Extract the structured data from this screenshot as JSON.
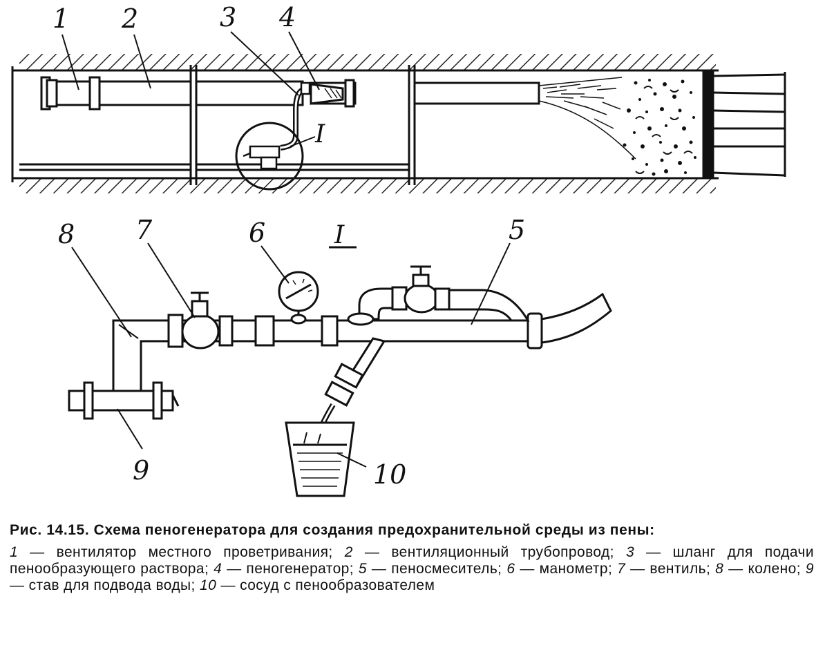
{
  "figure": {
    "labels": [
      "1",
      "2",
      "3",
      "4",
      "5",
      "6",
      "7",
      "8",
      "9",
      "10"
    ],
    "detail_marker": "I",
    "detail_title": "I"
  },
  "caption": {
    "title": "Рис. 14.15. Схема пеногенератора для создания предохранительной среды из пены:",
    "legend": [
      {
        "num": "1",
        "text": "вентилятор местного проветривания;"
      },
      {
        "num": "2",
        "text": "вентиляционный трубопровод;"
      },
      {
        "num": "3",
        "text": "шланг для подачи пенообразующего раствора;"
      },
      {
        "num": "4",
        "text": "пеногенератор;"
      },
      {
        "num": "5",
        "text": "пеносмеситель;"
      },
      {
        "num": "6",
        "text": "манометр;"
      },
      {
        "num": "7",
        "text": "вентиль;"
      },
      {
        "num": "8",
        "text": "колено;"
      },
      {
        "num": "9",
        "text": "став для подвода воды;"
      },
      {
        "num": "10",
        "text": "сосуд с пенообразователем"
      }
    ]
  }
}
